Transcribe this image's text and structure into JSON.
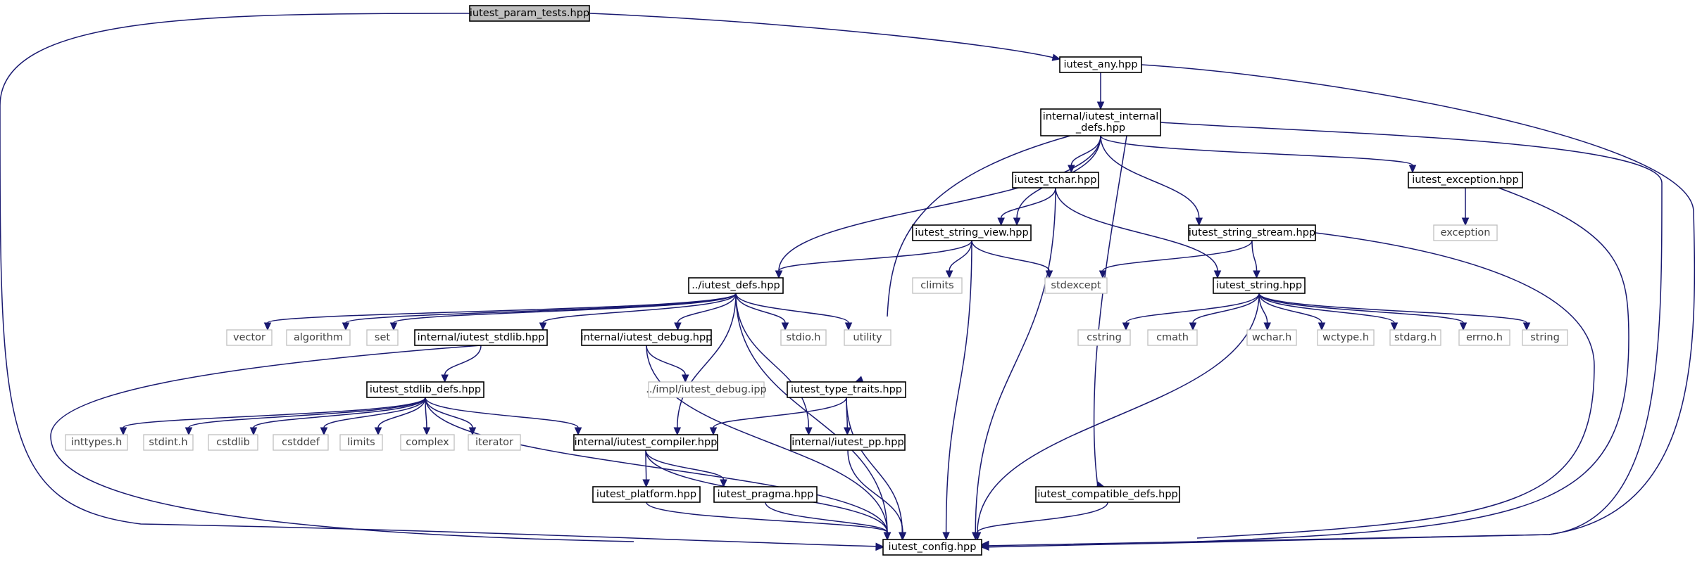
{
  "graph": {
    "nodes": [
      {
        "id": "root",
        "label": "iutest_param_tests.hpp",
        "kind": "root"
      },
      {
        "id": "any",
        "label": "iutest_any.hpp",
        "kind": "header"
      },
      {
        "id": "internal_defs",
        "label": "internal/iutest_internal\n_defs.hpp",
        "kind": "header"
      },
      {
        "id": "tchar",
        "label": "iutest_tchar.hpp",
        "kind": "header"
      },
      {
        "id": "exception_hpp",
        "label": "iutest_exception.hpp",
        "kind": "header"
      },
      {
        "id": "exception",
        "label": "exception",
        "kind": "external"
      },
      {
        "id": "string_view",
        "label": "iutest_string_view.hpp",
        "kind": "header"
      },
      {
        "id": "string_stream",
        "label": "iutest_string_stream.hpp",
        "kind": "header"
      },
      {
        "id": "defs",
        "label": "../iutest_defs.hpp",
        "kind": "header"
      },
      {
        "id": "climits",
        "label": "climits",
        "kind": "external"
      },
      {
        "id": "stdexcept",
        "label": "stdexcept",
        "kind": "external"
      },
      {
        "id": "string_hpp",
        "label": "iutest_string.hpp",
        "kind": "header"
      },
      {
        "id": "vector",
        "label": "vector",
        "kind": "external"
      },
      {
        "id": "algorithm",
        "label": "algorithm",
        "kind": "external"
      },
      {
        "id": "set",
        "label": "set",
        "kind": "external"
      },
      {
        "id": "stdlib",
        "label": "internal/iutest_stdlib.hpp",
        "kind": "header"
      },
      {
        "id": "debug",
        "label": "internal/iutest_debug.hpp",
        "kind": "header"
      },
      {
        "id": "stdio",
        "label": "stdio.h",
        "kind": "external"
      },
      {
        "id": "utility",
        "label": "utility",
        "kind": "external"
      },
      {
        "id": "cstring",
        "label": "cstring",
        "kind": "external"
      },
      {
        "id": "cmath",
        "label": "cmath",
        "kind": "external"
      },
      {
        "id": "wchar",
        "label": "wchar.h",
        "kind": "external"
      },
      {
        "id": "wctype",
        "label": "wctype.h",
        "kind": "external"
      },
      {
        "id": "stdarg",
        "label": "stdarg.h",
        "kind": "external"
      },
      {
        "id": "errno",
        "label": "errno.h",
        "kind": "external"
      },
      {
        "id": "string",
        "label": "string",
        "kind": "external"
      },
      {
        "id": "stdlib_defs",
        "label": "iutest_stdlib_defs.hpp",
        "kind": "header"
      },
      {
        "id": "debug_ipp",
        "label": "../impl/iutest_debug.ipp",
        "kind": "external"
      },
      {
        "id": "type_traits",
        "label": "iutest_type_traits.hpp",
        "kind": "header"
      },
      {
        "id": "inttypes",
        "label": "inttypes.h",
        "kind": "external"
      },
      {
        "id": "stdint",
        "label": "stdint.h",
        "kind": "external"
      },
      {
        "id": "cstdlib",
        "label": "cstdlib",
        "kind": "external"
      },
      {
        "id": "cstddef",
        "label": "cstddef",
        "kind": "external"
      },
      {
        "id": "limits",
        "label": "limits",
        "kind": "external"
      },
      {
        "id": "complex",
        "label": "complex",
        "kind": "external"
      },
      {
        "id": "iterator",
        "label": "iterator",
        "kind": "external"
      },
      {
        "id": "compiler",
        "label": "internal/iutest_compiler.hpp",
        "kind": "header"
      },
      {
        "id": "pp",
        "label": "internal/iutest_pp.hpp",
        "kind": "header"
      },
      {
        "id": "platform",
        "label": "iutest_platform.hpp",
        "kind": "header"
      },
      {
        "id": "pragma",
        "label": "iutest_pragma.hpp",
        "kind": "header"
      },
      {
        "id": "compatible",
        "label": "iutest_compatible_defs.hpp",
        "kind": "header"
      },
      {
        "id": "config",
        "label": "iutest_config.hpp",
        "kind": "header"
      }
    ],
    "edges": [
      [
        "root",
        "any"
      ],
      [
        "root",
        "config"
      ],
      [
        "any",
        "internal_defs"
      ],
      [
        "any",
        "config"
      ],
      [
        "internal_defs",
        "defs"
      ],
      [
        "internal_defs",
        "tchar"
      ],
      [
        "internal_defs",
        "string_view"
      ],
      [
        "internal_defs",
        "type_traits"
      ],
      [
        "internal_defs",
        "compatible"
      ],
      [
        "internal_defs",
        "string_stream"
      ],
      [
        "internal_defs",
        "exception_hpp"
      ],
      [
        "internal_defs",
        "config"
      ],
      [
        "tchar",
        "string_view"
      ],
      [
        "tchar",
        "string_hpp"
      ],
      [
        "tchar",
        "config"
      ],
      [
        "exception_hpp",
        "exception"
      ],
      [
        "exception_hpp",
        "config"
      ],
      [
        "string_view",
        "defs"
      ],
      [
        "string_view",
        "climits"
      ],
      [
        "string_view",
        "stdexcept"
      ],
      [
        "string_view",
        "config"
      ],
      [
        "string_stream",
        "stdexcept"
      ],
      [
        "string_stream",
        "string_hpp"
      ],
      [
        "string_stream",
        "config"
      ],
      [
        "defs",
        "vector"
      ],
      [
        "defs",
        "algorithm"
      ],
      [
        "defs",
        "set"
      ],
      [
        "defs",
        "stdlib"
      ],
      [
        "defs",
        "compiler"
      ],
      [
        "defs",
        "debug"
      ],
      [
        "defs",
        "stdio"
      ],
      [
        "defs",
        "utility"
      ],
      [
        "defs",
        "pp"
      ],
      [
        "defs",
        "config"
      ],
      [
        "string_hpp",
        "cstring"
      ],
      [
        "string_hpp",
        "cmath"
      ],
      [
        "string_hpp",
        "wchar"
      ],
      [
        "string_hpp",
        "wctype"
      ],
      [
        "string_hpp",
        "stdarg"
      ],
      [
        "string_hpp",
        "errno"
      ],
      [
        "string_hpp",
        "string"
      ],
      [
        "string_hpp",
        "config"
      ],
      [
        "stdlib",
        "stdlib_defs"
      ],
      [
        "stdlib",
        "config"
      ],
      [
        "debug",
        "debug_ipp"
      ],
      [
        "debug",
        "config"
      ],
      [
        "stdlib_defs",
        "inttypes"
      ],
      [
        "stdlib_defs",
        "stdint"
      ],
      [
        "stdlib_defs",
        "cstdlib"
      ],
      [
        "stdlib_defs",
        "cstddef"
      ],
      [
        "stdlib_defs",
        "limits"
      ],
      [
        "stdlib_defs",
        "complex"
      ],
      [
        "stdlib_defs",
        "iterator"
      ],
      [
        "stdlib_defs",
        "compiler"
      ],
      [
        "stdlib_defs",
        "config"
      ],
      [
        "type_traits",
        "compiler"
      ],
      [
        "type_traits",
        "pp"
      ],
      [
        "type_traits",
        "config"
      ],
      [
        "compiler",
        "platform"
      ],
      [
        "compiler",
        "pragma"
      ],
      [
        "compiler",
        "config"
      ],
      [
        "pp",
        "config"
      ],
      [
        "platform",
        "config"
      ],
      [
        "pragma",
        "config"
      ],
      [
        "compatible",
        "config"
      ]
    ]
  },
  "colors": {
    "edge": "#191970",
    "external_border": "#bfbfbf",
    "root_fill": "#bfbfbf",
    "node_border": "#000000"
  }
}
